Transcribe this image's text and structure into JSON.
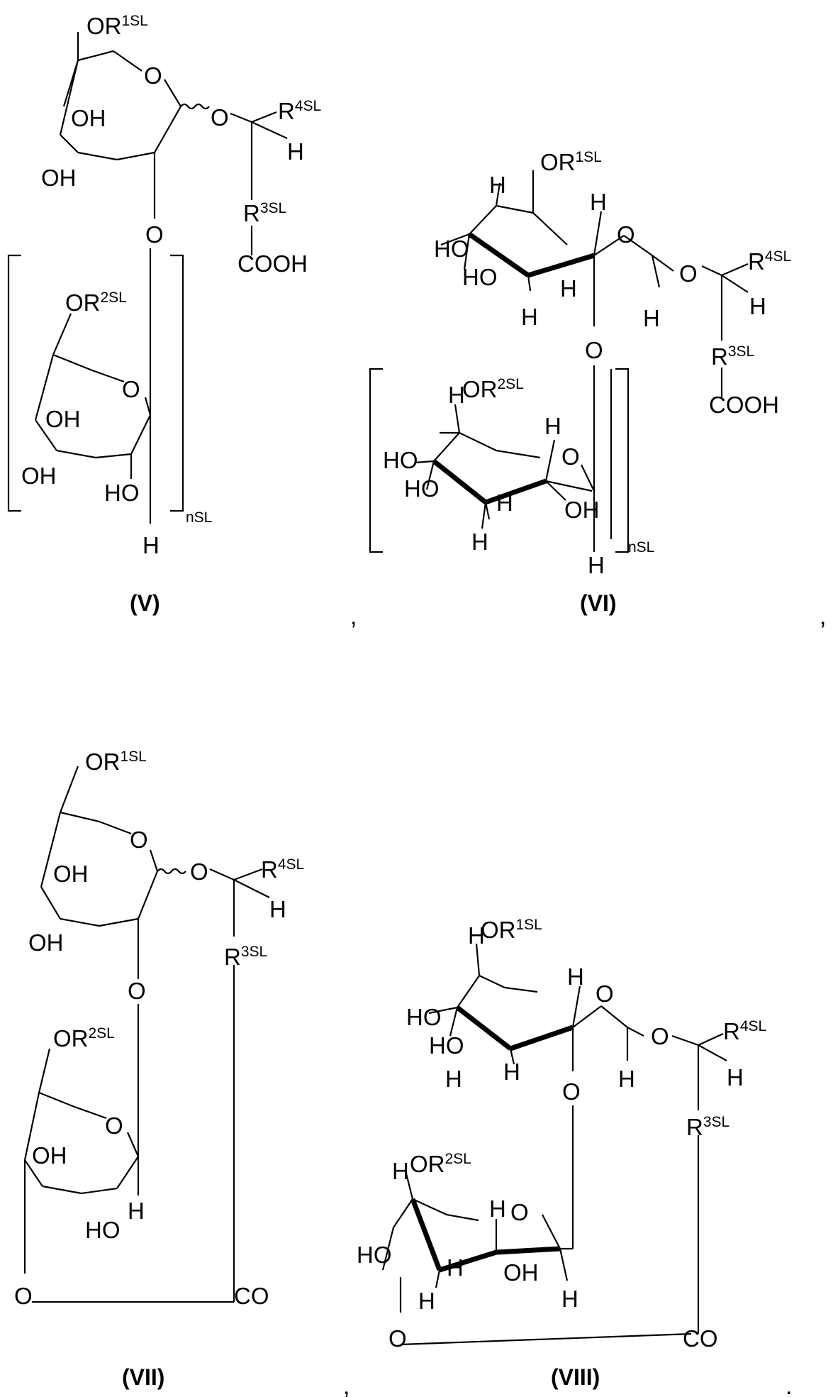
{
  "structures": [
    {
      "id": "V",
      "caption": "(V)",
      "top_ring": {
        "substituent": "OR",
        "substituent_sup": "1SL",
        "ring_o": "O",
        "oh1": "OH",
        "oh2": "OH"
      },
      "glycosidic_o": "O",
      "aglycone": {
        "r4": "R",
        "r4_sup": "4SL",
        "h": "H",
        "r3": "R",
        "r3_sup": "3SL",
        "acid": "COOH"
      },
      "link_o": "O",
      "bottom_ring": {
        "substituent": "OR",
        "substituent_sup": "2SL",
        "ring_o": "O",
        "oh1": "OH",
        "oh2": "OH",
        "oh3": "HO"
      },
      "terminal_h": "H",
      "repeat": "nSL"
    },
    {
      "id": "VI",
      "caption": "(VI)",
      "top_ring": {
        "substituent": "OR",
        "substituent_sup": "1SL",
        "ring_o": "O",
        "ho1": "HO",
        "ho2": "HO",
        "h1": "H",
        "h2": "H",
        "h3": "H",
        "h4": "H",
        "h5": "H"
      },
      "glycosidic_o": "O",
      "aglycone": {
        "r4": "R",
        "r4_sup": "4SL",
        "h": "H",
        "r3": "R",
        "r3_sup": "3SL",
        "acid": "COOH"
      },
      "link_o": "O",
      "bottom_ring": {
        "h_sub": "H",
        "substituent": "OR",
        "substituent_sup": "2SL",
        "ring_o": "O",
        "ho1": "HO",
        "ho2": "HO",
        "oh": "OH",
        "h1": "H",
        "h2": "H",
        "h3": "H"
      },
      "terminal_h": "H",
      "repeat": "nSL"
    },
    {
      "id": "VII",
      "caption": "(VII)",
      "top_ring": {
        "substituent": "OR",
        "substituent_sup": "1SL",
        "ring_o": "O",
        "oh1": "OH",
        "oh2": "OH"
      },
      "glycosidic_o": "O",
      "aglycone": {
        "r4": "R",
        "r4_sup": "4SL",
        "h": "H",
        "r3": "R",
        "r3_sup": "3SL"
      },
      "link_o": "O",
      "bottom_ring": {
        "substituent": "OR",
        "substituent_sup": "2SL",
        "ring_o": "O",
        "oh1": "OH",
        "oh2": "HO",
        "h": "H"
      },
      "ester_o": "O",
      "ester_co": "CO"
    },
    {
      "id": "VIII",
      "caption": "(VIII)",
      "top_ring": {
        "h_sub": "H",
        "substituent": "OR",
        "substituent_sup": "1SL",
        "ring_o": "O",
        "ho1": "HO",
        "ho2": "HO",
        "h1": "H",
        "h2": "H",
        "h3": "H",
        "h4": "H"
      },
      "glycosidic_o": "O",
      "aglycone": {
        "r4": "R",
        "r4_sup": "4SL",
        "h": "H",
        "r3": "R",
        "r3_sup": "3SL"
      },
      "link_o": "O",
      "bottom_ring": {
        "h_sub": "H",
        "substituent": "OR",
        "substituent_sup": "2SL",
        "ring_o": "O",
        "ho": "HO",
        "oh": "OH",
        "h1": "H",
        "h2": "H",
        "h3": "H",
        "h4": "H"
      },
      "ester_o": "O",
      "ester_co": "CO"
    }
  ],
  "separators": [
    ",",
    ",",
    ",",
    "."
  ]
}
